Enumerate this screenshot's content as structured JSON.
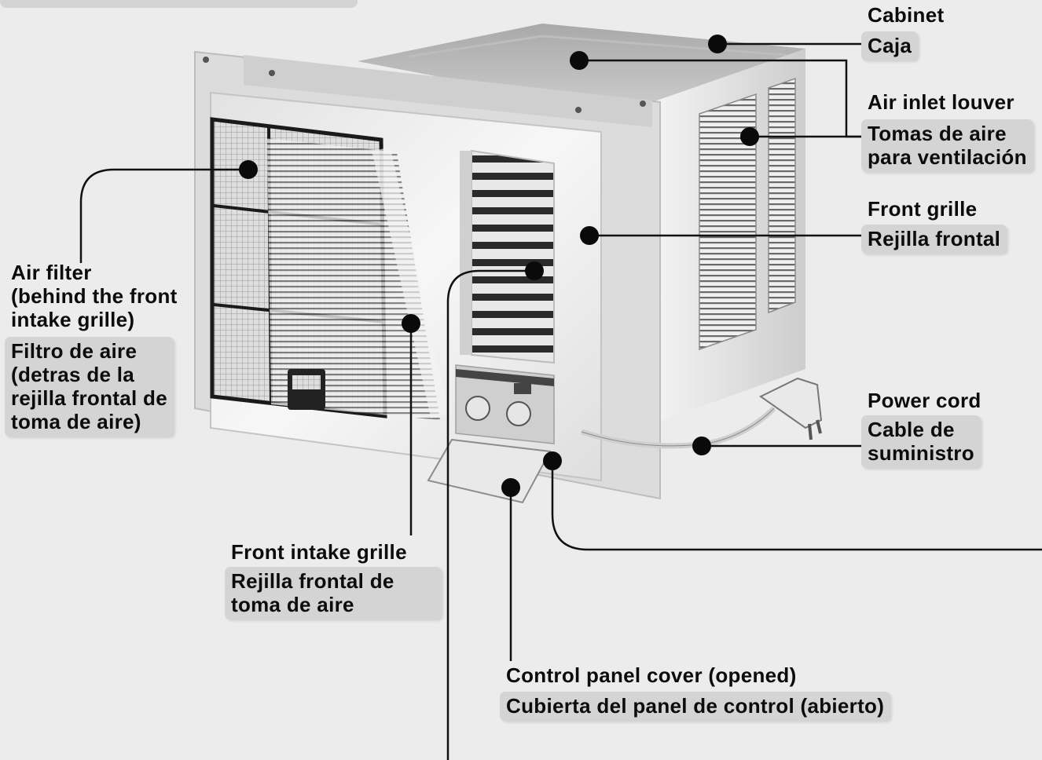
{
  "labels": {
    "cabinet": {
      "en": "Cabinet",
      "es": "Caja"
    },
    "air_inlet_louver": {
      "en": "Air inlet louver",
      "es": "Tomas de aire\npara ventilación"
    },
    "front_grille": {
      "en": "Front grille",
      "es": "Rejilla frontal"
    },
    "air_filter": {
      "en": "Air filter\n(behind the front\nintake grille)",
      "es": "Filtro de aire\n(detras de la\nrejilla frontal de\ntoma de aire)"
    },
    "power_cord": {
      "en": "Power cord",
      "es": "Cable de\nsuministro"
    },
    "front_intake_grille": {
      "en": "Front intake grille",
      "es": "Rejilla  frontal  de\ntoma de aire"
    },
    "control_panel_cover": {
      "en": "Control panel cover (opened)",
      "es": "Cubierta del panel de control (abierto)"
    }
  }
}
